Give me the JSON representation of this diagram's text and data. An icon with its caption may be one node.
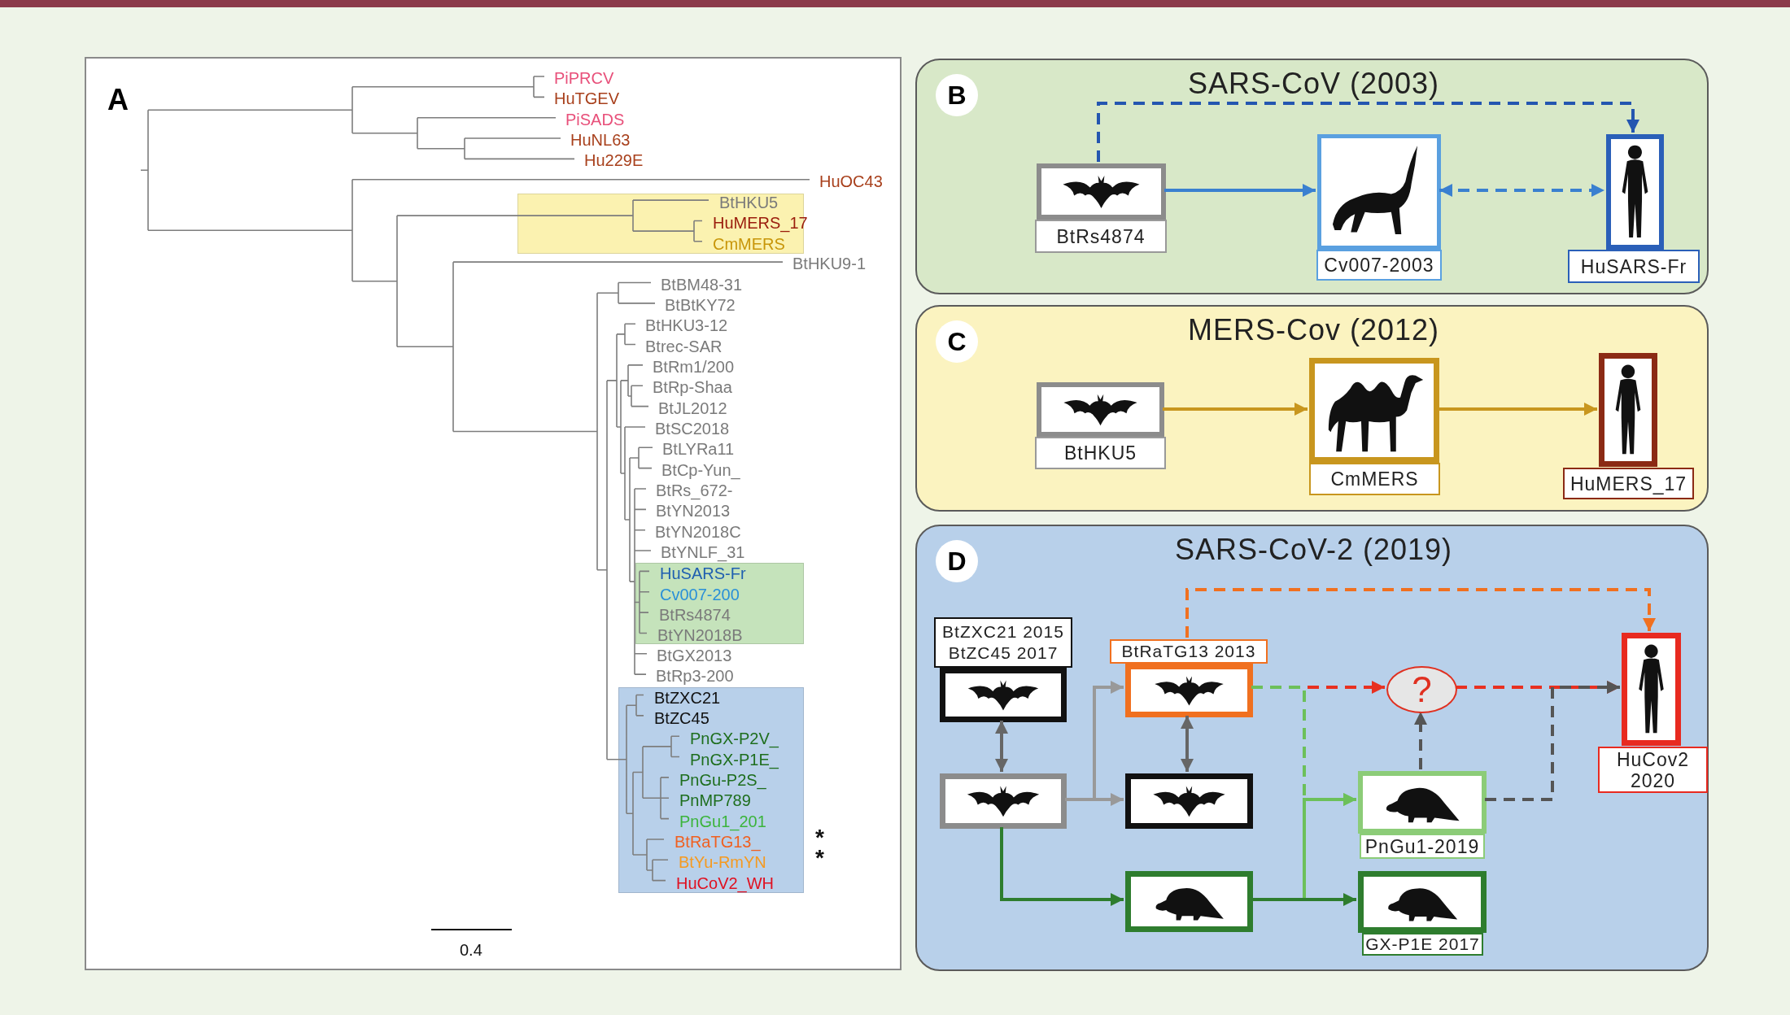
{
  "diagram": {
    "nodes": [
      {
        "text": [
          "A"
        ]
      },
      {
        "text": [
          "BtHKU5",
          "HuMERS_17",
          "CmMERS"
        ],
        "in": 0
      },
      {
        "text": [
          "HuSARS-Fr",
          "Cv007-200",
          "BtRs4874",
          "BtYN2018B"
        ],
        "in": 0
      },
      {
        "text": [
          "BtZXC21",
          "BtZC45",
          "PnGX-P2V_",
          "PnGX-P1E_",
          "PnGu-P2S_",
          "PnMP789",
          "PnGu1_201",
          "BtRaTG13_",
          "BtYu-RmYN",
          "HuCoV2_WH"
        ],
        "in": 0
      },
      {
        "text": [
          "B",
          "SARS-CoV (2003)"
        ]
      },
      {
        "text": [
          "BtRs4874"
        ],
        "in": 4
      },
      {
        "text": [
          "Cv007-2003"
        ],
        "in": 4
      },
      {
        "text": [
          "HuSARS-Fr"
        ],
        "in": 4
      },
      {
        "text": [
          "C",
          "MERS-Cov (2012)"
        ]
      },
      {
        "text": [
          "BtHKU5"
        ],
        "in": 8
      },
      {
        "text": [
          "CmMERS"
        ],
        "in": 8
      },
      {
        "text": [
          "HuMERS_17"
        ],
        "in": 8
      },
      {
        "text": [
          "D",
          "SARS-CoV-2 (2019)"
        ]
      },
      {
        "text": [
          "BtZXC21 2015 BtZC45 2017"
        ],
        "in": 12
      },
      {
        "text": [],
        "shape": "picture",
        "in": 12
      },
      {
        "text": [
          "BtRaTG13 2013"
        ],
        "in": 12
      },
      {
        "text": [],
        "shape": "picture",
        "in": 12
      },
      {
        "text": [
          "?"
        ],
        "in": 12
      },
      {
        "text": [
          "PnGu1-2019"
        ],
        "in": 12
      },
      {
        "text": [],
        "shape": "picture",
        "in": 12
      },
      {
        "text": [
          "GX-P1E 2017"
        ],
        "in": 12
      },
      {
        "text": [
          "HuCov2 2020"
        ],
        "in": 12
      }
    ],
    "edges": [
      {
        "from": 5,
        "to": 6,
        "arrow": "to",
        "color": "#3a80d0"
      },
      {
        "from": 6,
        "to": 7,
        "arrow": "both",
        "style": "dashed",
        "color": "#3a80d0"
      },
      {
        "from": 5,
        "to": 7,
        "arrow": "to",
        "style": "dashed",
        "color": "#2456b0"
      },
      {
        "from": 9,
        "to": 10,
        "arrow": "to",
        "color": "#c8961e"
      },
      {
        "from": 10,
        "to": 11,
        "arrow": "to",
        "color": "#c8961e"
      },
      {
        "from": 13,
        "to": 14,
        "arrow": "both",
        "color": "#666666"
      },
      {
        "from": 15,
        "to": 16,
        "arrow": "both",
        "color": "#666666"
      },
      {
        "from": 14,
        "to": 15,
        "arrow": "to",
        "color": "#999999"
      },
      {
        "from": 14,
        "to": 16,
        "arrow": "to",
        "color": "#999999"
      },
      {
        "from": 14,
        "to": 19,
        "arrow": "to",
        "color": "#2e7d2e"
      },
      {
        "from": 19,
        "to": 18,
        "arrow": "to",
        "color": "#6cc05a"
      },
      {
        "from": 19,
        "to": 20,
        "arrow": "to",
        "color": "#2e7d2e"
      },
      {
        "from": 15,
        "to": 17,
        "arrow": "to",
        "style": "dashed",
        "color": "#e83020"
      },
      {
        "from": 17,
        "to": 21,
        "arrow": "to",
        "style": "dashed",
        "color": "#e83020"
      },
      {
        "from": 18,
        "to": 17,
        "arrow": "to",
        "style": "dashed",
        "color": "#555555"
      },
      {
        "from": 15,
        "to": 21,
        "arrow": "to",
        "style": "dashed",
        "color": "#f07020"
      },
      {
        "from": 15,
        "to": 18,
        "arrow": "to",
        "style": "dashed",
        "color": "#6cc05a"
      },
      {
        "from": 18,
        "to": 21,
        "arrow": "to",
        "style": "dashed",
        "color": "#555555"
      }
    ],
    "labels": [
      "PiPRCV",
      "HuTGEV",
      "PiSADS",
      "HuNL63",
      "Hu229E",
      "HuOC43",
      "BtHKU9-1",
      "BtBM48-31",
      "BtBtKY72",
      "BtHKU3-12",
      "Btrec-SAR",
      "BtRm1/200",
      "BtRp-Shaa",
      "BtJL2012",
      "BtSC2018",
      "BtLYRa11",
      "BtCp-Yun_",
      "BtRs_672-",
      "BtYN2013",
      "BtYN2018C",
      "BtYNLF_31",
      "BtGX2013",
      "BtRp3-200",
      "*",
      "*",
      "0.4"
    ]
  }
}
